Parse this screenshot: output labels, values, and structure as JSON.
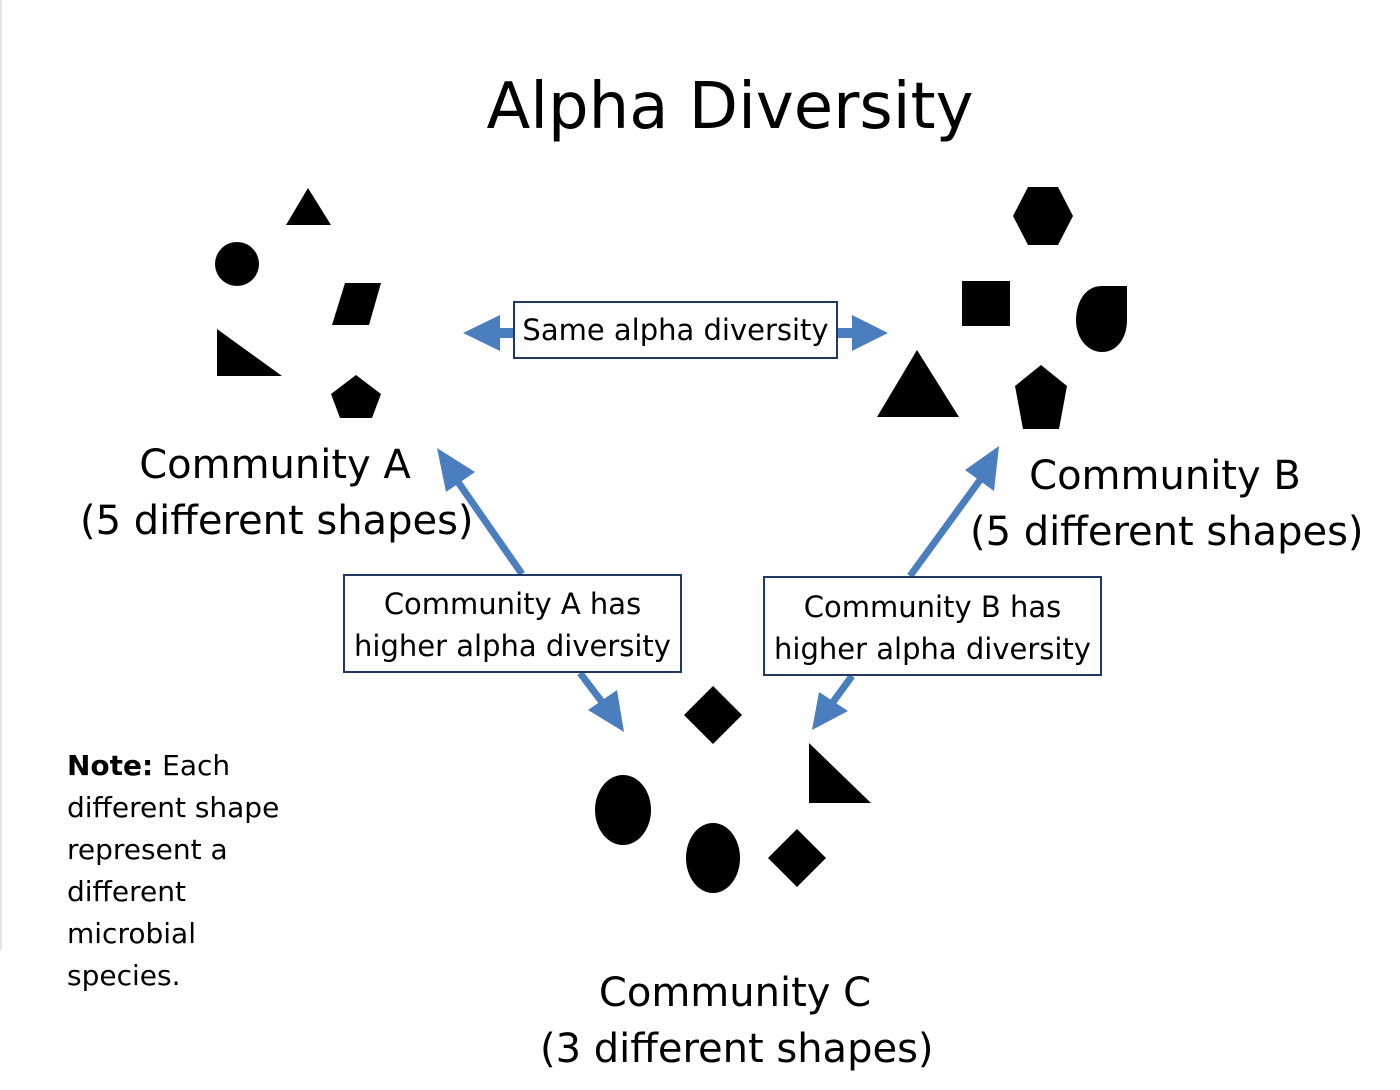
{
  "title": "Alpha Diversity",
  "communities": {
    "a": {
      "name": "Community A",
      "detail": "(5 different shapes)"
    },
    "b": {
      "name": "Community B",
      "detail": "(5 different shapes)"
    },
    "c": {
      "name": "Community C",
      "detail": "(3 different shapes)"
    }
  },
  "comparisons": {
    "same": "Same alpha diversity",
    "a_vs_c": {
      "line1": "Community A has",
      "line2": "higher alpha diversity"
    },
    "b_vs_c": {
      "line1": "Community B has",
      "line2": "higher alpha diversity"
    }
  },
  "note": {
    "label": "Note:",
    "text": "Each different shape represent a different microbial species."
  },
  "colors": {
    "arrow": "#4a7ebf",
    "shape": "#000000",
    "box_border": "#1f3864"
  }
}
